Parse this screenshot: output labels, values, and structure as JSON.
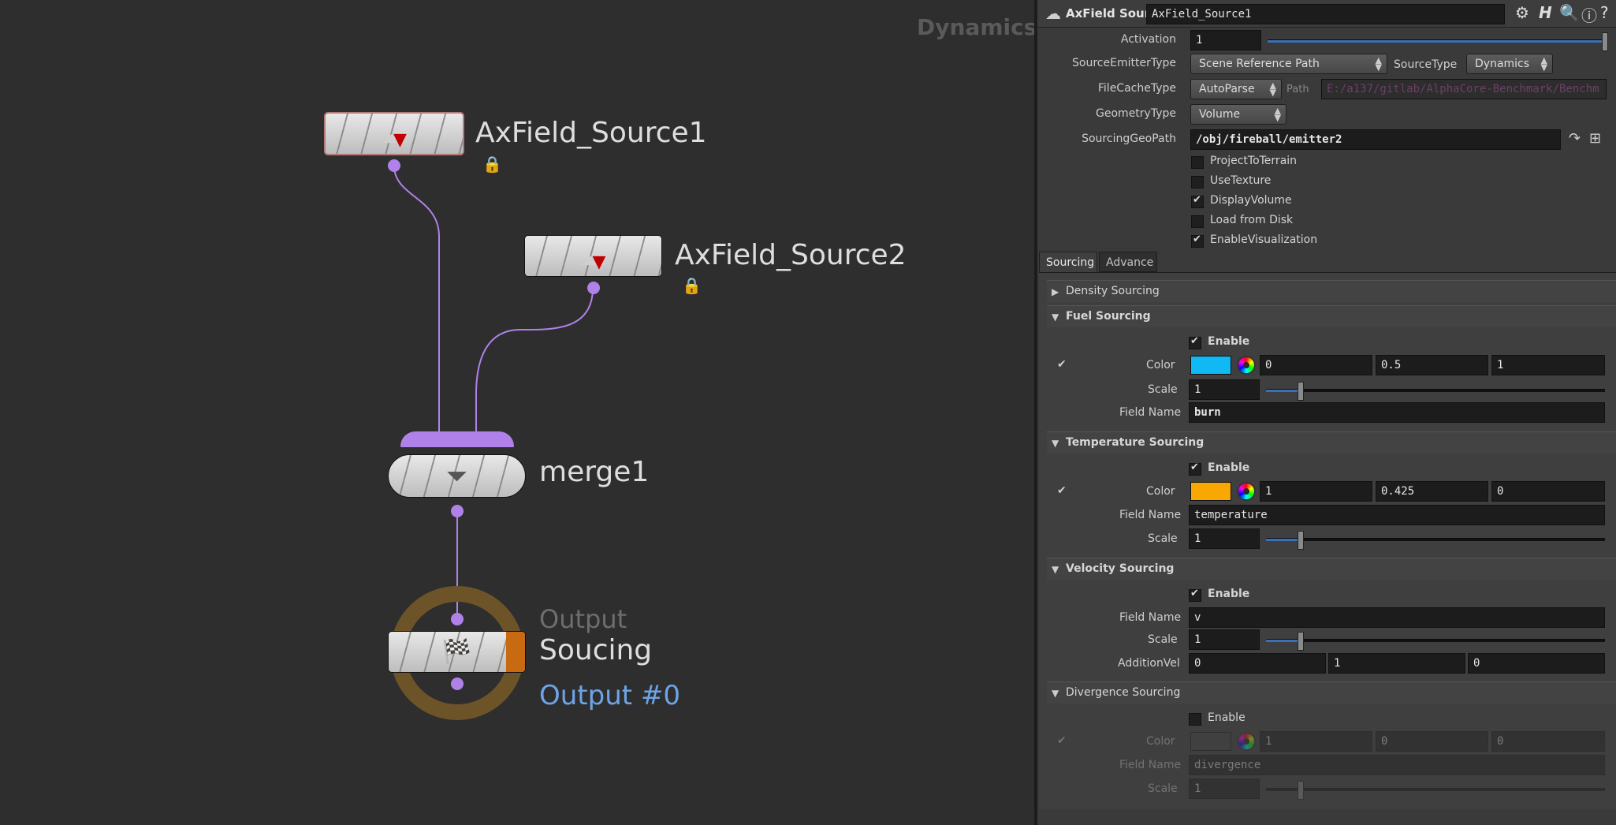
{
  "network": {
    "context_label": "Dynamics",
    "nodes": {
      "source1": {
        "label": "AxField_Source1"
      },
      "source2": {
        "label": "AxField_Source2"
      },
      "merge": {
        "label": "merge1"
      },
      "output": {
        "title": "Output",
        "label": "Soucing",
        "sub": "Output #0"
      }
    },
    "wire_color": "#b181ea"
  },
  "params": {
    "header": {
      "type_label": "AxField Source",
      "name_value": "AxField_Source1"
    },
    "activation": {
      "label": "Activation",
      "value": "1",
      "level": 1.0
    },
    "source_emitter_type": {
      "label": "SourceEmitterType",
      "value": "Scene Reference Path"
    },
    "source_type": {
      "label": "SourceType",
      "value": "Dynamics"
    },
    "file_cache_type": {
      "label": "FileCacheType",
      "value": "AutoParse",
      "path_label": "Path",
      "path_value": "E:/a137/gitlab/AlphaCore-Benchmark/Benchm"
    },
    "geometry_type": {
      "label": "GeometryType",
      "value": "Volume"
    },
    "sourcing_geo_path": {
      "label": "SourcingGeoPath",
      "value": "/obj/fireball/emitter2"
    },
    "toggles": [
      {
        "label": "ProjectToTerrain",
        "checked": false
      },
      {
        "label": "UseTexture",
        "checked": false
      },
      {
        "label": "DisplayVolume",
        "checked": true
      },
      {
        "label": "Load from Disk",
        "checked": false
      },
      {
        "label": "EnableVisualization",
        "checked": true
      }
    ],
    "tabs": [
      "Sourcing",
      "Advance"
    ],
    "density": {
      "title": "Density Sourcing"
    },
    "fuel": {
      "title": "Fuel Sourcing",
      "enable_label": "Enable",
      "color_label": "Color",
      "color_hex": "#10b8f4",
      "color": [
        "0",
        "0.5",
        "1"
      ],
      "scale_label": "Scale",
      "scale": "1",
      "field_label": "Field Name",
      "field": "burn"
    },
    "temperature": {
      "title": "Temperature Sourcing",
      "enable_label": "Enable",
      "color_label": "Color",
      "color_hex": "#f8a800",
      "color": [
        "1",
        "0.425",
        "0"
      ],
      "field_label": "Field Name",
      "field": "temperature",
      "scale_label": "Scale",
      "scale": "1"
    },
    "velocity": {
      "title": "Velocity Sourcing",
      "enable_label": "Enable",
      "field_label": "Field Name",
      "field": "v",
      "scale_label": "Scale",
      "scale": "1",
      "addvel_label": "AdditionVel",
      "addvel": [
        "0",
        "1",
        "0"
      ]
    },
    "divergence": {
      "title": "Divergence Sourcing",
      "enable_label": "Enable",
      "color_label": "Color",
      "color": [
        "1",
        "0",
        "0"
      ],
      "field_label": "Field Name",
      "field": "divergence",
      "scale_label": "Scale",
      "scale": "1"
    }
  }
}
